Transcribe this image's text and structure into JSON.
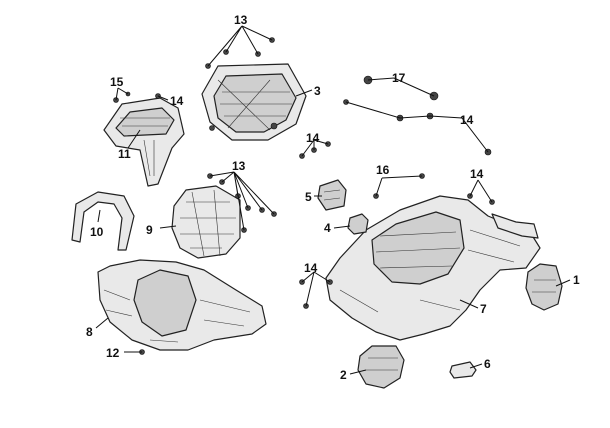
{
  "callouts": {
    "c1": "1",
    "c2": "2",
    "c3": "3",
    "c4": "4",
    "c5": "5",
    "c6": "6",
    "c7": "7",
    "c8": "8",
    "c9": "9",
    "c10": "10",
    "c11": "11",
    "c12": "12",
    "c13a": "13",
    "c13b": "13",
    "c14a": "14",
    "c14b": "14",
    "c14c": "14",
    "c14d": "14",
    "c14e": "14",
    "c15": "15",
    "c16": "16",
    "c17": "17"
  }
}
